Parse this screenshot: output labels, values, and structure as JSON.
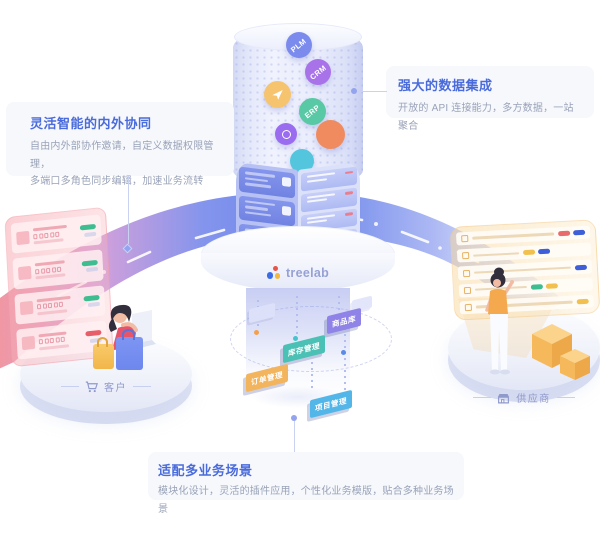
{
  "colors": {
    "accent_blue": "#4A6BDB",
    "desc_gray": "#99A2B8",
    "callout_bg": "#F6F8FC",
    "ribbon_pink": "#EF8E9B",
    "ribbon_blue": "#5E7BE8",
    "platform_label": "#8F99CC"
  },
  "callouts": {
    "collab": {
      "title": "灵活智能的内外协同",
      "desc_line1": "自由内外部协作邀请，自定义数据权限管理，",
      "desc_line2": "多端口多角色同步编辑，加速业务流转"
    },
    "integration": {
      "title": "强大的数据集成",
      "desc": "开放的 API 连接能力，多方数据，一站聚合"
    },
    "scenarios": {
      "title": "适配多业务场景",
      "desc": "模块化设计，灵活的插件应用，个性化业务模版，贴合多种业务场景"
    }
  },
  "tower": {
    "logo_text": "treelab",
    "bubbles": [
      {
        "label": "PLM",
        "color": "#7B8BED"
      },
      {
        "label": "CRM",
        "color": "#A873E8"
      },
      {
        "label": "",
        "icon": "paper-plane-icon",
        "color": "#F6C46E"
      },
      {
        "label": "ERP",
        "color": "#58C9A4"
      },
      {
        "label": "",
        "icon": "chat-icon",
        "color": "#9A6CF0"
      },
      {
        "label": "",
        "color": "#F08B5F"
      },
      {
        "label": "",
        "color": "#53C6DE"
      }
    ],
    "tags": [
      {
        "label": "商品库",
        "color": "#8F83E8"
      },
      {
        "label": "库存管理",
        "color": "#4BC0B4"
      },
      {
        "label": "订单管理",
        "color": "#F2B45C"
      },
      {
        "label": "项目管理",
        "color": "#52B6E8"
      }
    ]
  },
  "platforms": {
    "customer": {
      "label": "客户",
      "icon": "cart-icon"
    },
    "supplier": {
      "label": "供应商",
      "icon": "store-icon"
    }
  }
}
